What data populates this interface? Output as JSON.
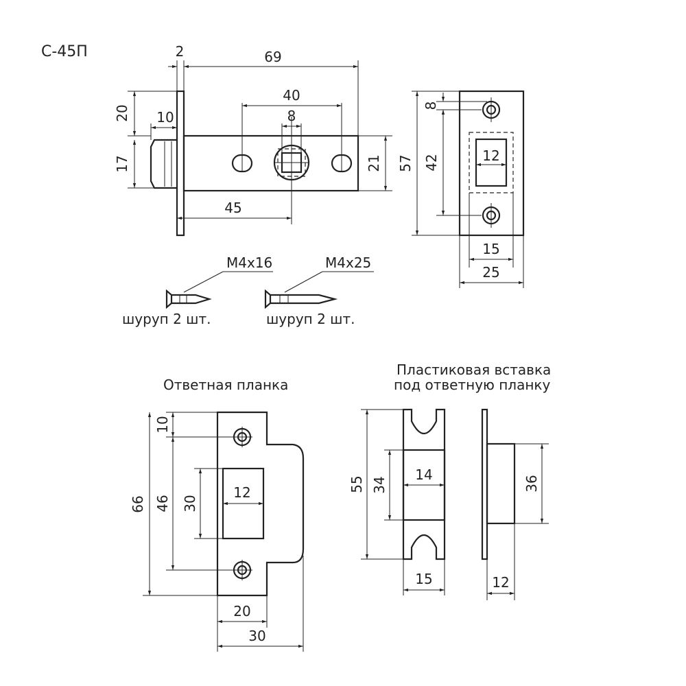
{
  "model": "С-45П",
  "latch": {
    "dims": {
      "faceplate_thickness": "2",
      "total_length": "69",
      "hole_spacing": "40",
      "square_hole": "8",
      "bolt_height_top": "20",
      "bolt_depth": "10",
      "bolt_height": "17",
      "body_height": "21",
      "backset": "45"
    }
  },
  "faceplate": {
    "dims": {
      "screw_offset": "8",
      "height": "57",
      "hole_spacing": "42",
      "bolt_window": "12",
      "inner_width": "15",
      "width": "25"
    }
  },
  "screws": [
    {
      "spec": "M4x16",
      "caption": "шуруп 2 шт."
    },
    {
      "spec": "M4x25",
      "caption": "шуруп 2 шт."
    }
  ],
  "strike_plate": {
    "title": "Ответная планка",
    "dims": {
      "screw_offset": "10",
      "height": "66",
      "hole_spacing": "46",
      "window_height": "30",
      "window_width": "12",
      "width": "20",
      "total_width": "30"
    }
  },
  "plastic_insert": {
    "title_line1": "Пластиковая вставка",
    "title_line2": "под ответную планку",
    "dims": {
      "height": "55",
      "box_height": "34",
      "box_width": "14",
      "width": "15",
      "side_height": "36",
      "side_depth": "12"
    }
  }
}
